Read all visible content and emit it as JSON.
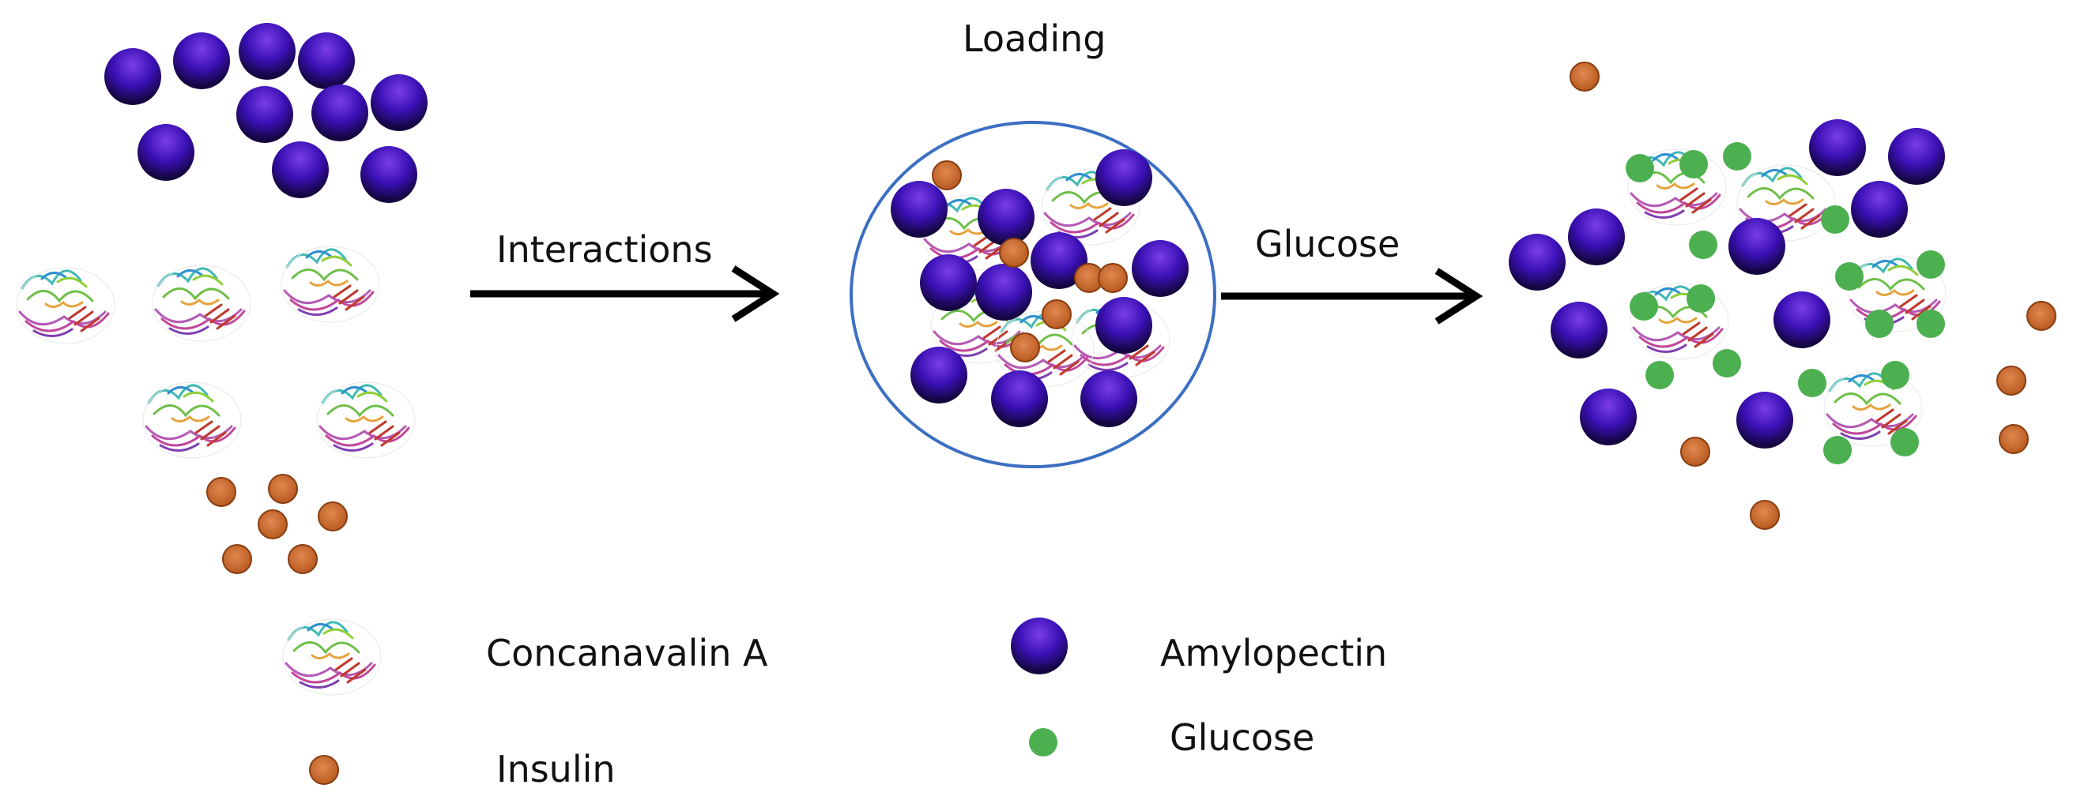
{
  "labels": {
    "loading": "Loading",
    "interactions": "Interactions",
    "glucose_arrow": "Glucose"
  },
  "legend": {
    "concanavalin": "Concanavalin A",
    "insulin": "Insulin",
    "amylopectin": "Amylopectin",
    "glucose": "Glucose"
  },
  "colors": {
    "amylopectin": "#3a0fb8",
    "insulin": "#c8692a",
    "glucose": "#4caf50",
    "capsule": "#3b6fc2",
    "arrow": "#000000"
  }
}
